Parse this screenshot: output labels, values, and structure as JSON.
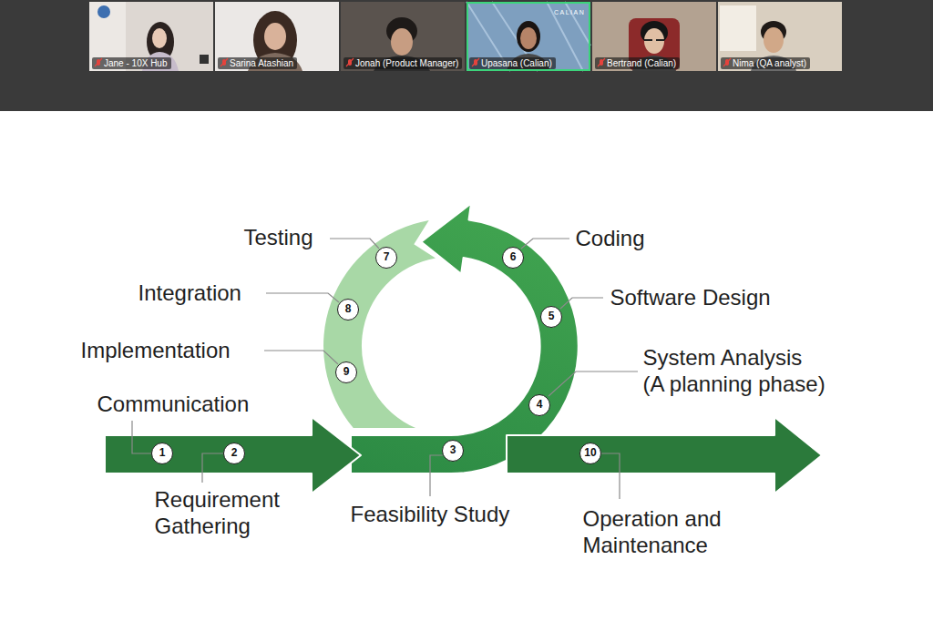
{
  "diagram": {
    "nodes": [
      {
        "text": [
          "1",
          "Communication"
        ]
      },
      {
        "text": [
          "2",
          "Requirement Gathering"
        ]
      },
      {
        "text": [
          "3",
          "Feasibility Study"
        ]
      },
      {
        "text": [
          "4",
          "System Analysis (A planning phase)"
        ]
      },
      {
        "text": [
          "5",
          "Software Design"
        ]
      },
      {
        "text": [
          "6",
          "Coding"
        ]
      },
      {
        "text": [
          "7",
          "Testing"
        ]
      },
      {
        "text": [
          "8",
          "Integration"
        ]
      },
      {
        "text": [
          "9",
          "Implementation"
        ]
      },
      {
        "text": [
          "10",
          "Operation and Maintenance"
        ]
      }
    ],
    "labels": [
      "Jane - 10X Hub",
      "Sarina Atashian",
      "Jonah (Product Manager)",
      "Upasana (Calian)",
      "Bertrand (Calian)",
      "Nima (QA analyst)",
      "CALIAN"
    ]
  }
}
